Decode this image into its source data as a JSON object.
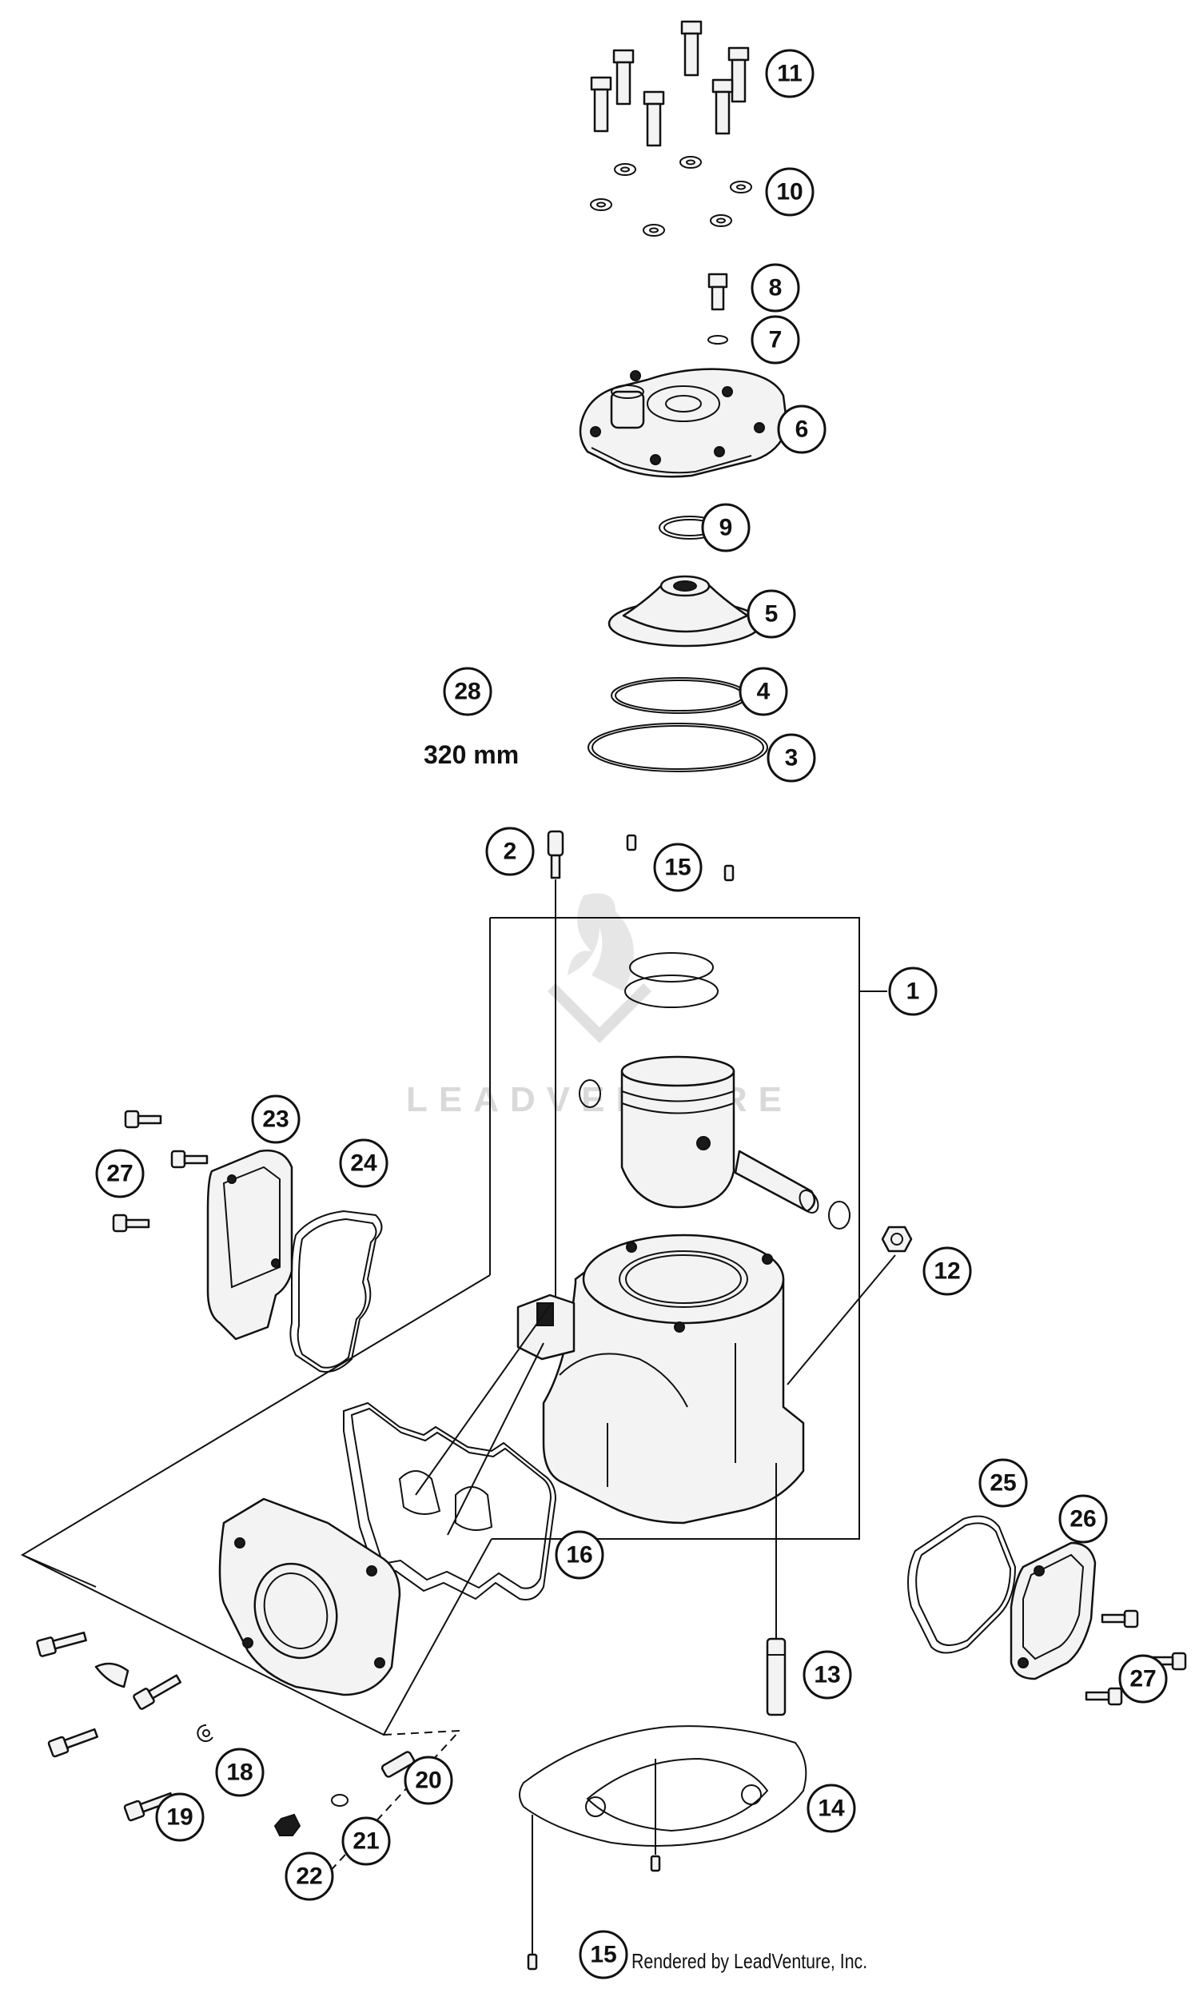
{
  "callouts": {
    "c1": "1",
    "c2": "2",
    "c3": "3",
    "c4": "4",
    "c5": "5",
    "c6": "6",
    "c7": "7",
    "c8": "8",
    "c9": "9",
    "c10": "10",
    "c11": "11",
    "c12": "12",
    "c13": "13",
    "c14": "14",
    "c15a": "15",
    "c15b": "15",
    "c16": "16",
    "c18": "18",
    "c19": "19",
    "c20": "20",
    "c21": "21",
    "c22": "22",
    "c23": "23",
    "c24": "24",
    "c25": "25",
    "c26": "26",
    "c27a": "27",
    "c27b": "27",
    "c28": "28"
  },
  "hose_length": "320 mm",
  "watermark": "LEADVENTURE",
  "footer": "Rendered by LeadVenture, Inc."
}
